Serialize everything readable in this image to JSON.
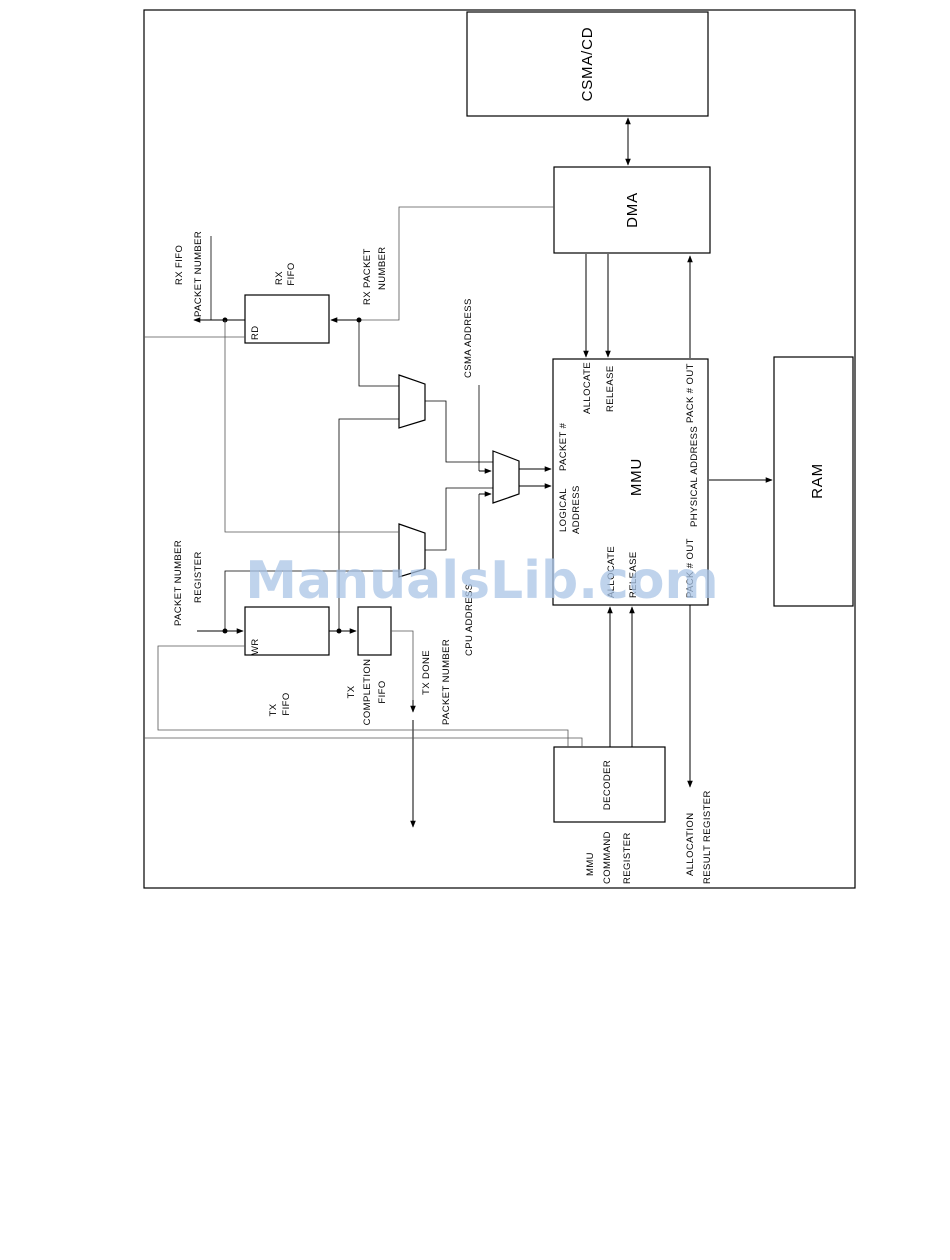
{
  "blocks": {
    "csma": "CSMA/CD",
    "dma": "DMA",
    "mmu": "MMU",
    "ram": "RAM",
    "decoder": "DECODER",
    "rx_fifo_port": "RD",
    "tx_fifo_port": "WR"
  },
  "labels": {
    "rx_fifo_packet_number": [
      "RX FIFO",
      "PACKET NUMBER"
    ],
    "rx_fifo": [
      "RX",
      "FIFO"
    ],
    "rx_packet_number": [
      "RX PACKET",
      "NUMBER"
    ],
    "csma_address": "CSMA ADDRESS",
    "cpu_address": "CPU ADDRESS",
    "packet_number_register": [
      "PACKET NUMBER",
      "REGISTER"
    ],
    "tx_fifo": [
      "TX",
      "FIFO"
    ],
    "tx_completion_fifo": [
      "TX",
      "COMPLETION",
      "FIFO"
    ],
    "tx_done_packet_number": [
      "TX DONE",
      "PACKET NUMBER"
    ],
    "mmu_command_register": [
      "MMU",
      "COMMAND",
      "REGISTER"
    ],
    "allocation_result_register": [
      "ALLOCATION",
      "RESULT REGISTER"
    ],
    "mmu_logical_address": [
      "LOGICAL",
      "ADDRESS"
    ],
    "mmu_packet_no": "PACKET #",
    "mmu_allocate_top": "ALLOCATE",
    "mmu_release_top": "RELEASE",
    "mmu_pack_out_top": "PACK # OUT",
    "mmu_physical_address": "PHYSICAL ADDRESS",
    "mmu_allocate_bottom": "ALLOCATE",
    "mmu_release_bottom": "RELEASE",
    "mmu_pack_out_bottom": "PACK # OUT"
  },
  "watermark": "ManualsLib.com"
}
